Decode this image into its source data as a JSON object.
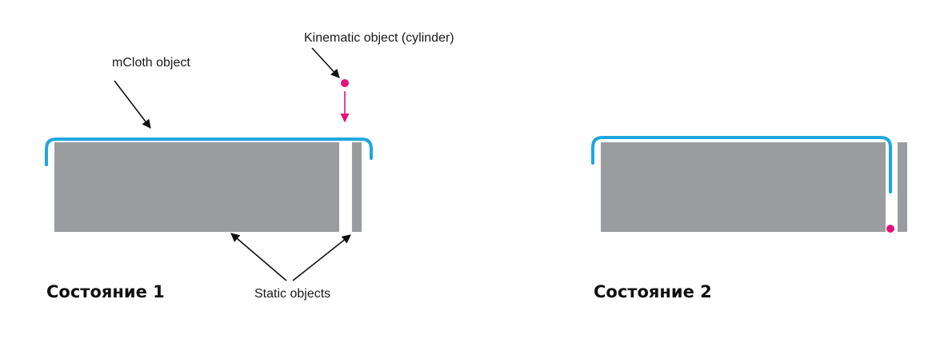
{
  "labels": {
    "kinematic": "Kinematic object (cylinder)",
    "mcloth": "mCloth object",
    "static": "Static objects",
    "state1": "Состояние 1",
    "state2": "Состояние 2"
  },
  "colors": {
    "cloth": "#1ea7df",
    "static": "#9b9c9f",
    "kinematic": "#e2127b",
    "arrow": "#111111",
    "text": "#1a1a1a"
  }
}
